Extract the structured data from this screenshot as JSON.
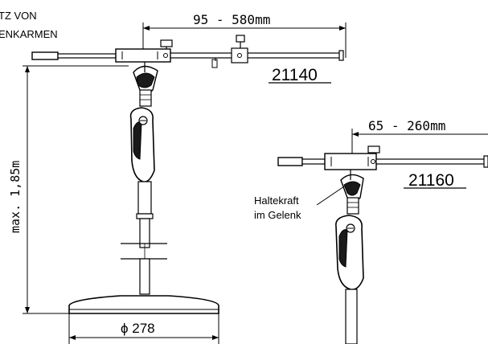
{
  "header_text": {
    "line1": "TZ VON",
    "line2": "ENKARMEN"
  },
  "left_stand": {
    "arm_range": "95  -  580mm",
    "part_number": "21140",
    "height_label": "max. 1,85m",
    "base_diameter": "ϕ 278"
  },
  "right_stand": {
    "arm_range": "65  -  260mm",
    "part_number": "21160",
    "force_label_line1": "Haltekraft",
    "force_label_line2": "im Gelenk"
  }
}
